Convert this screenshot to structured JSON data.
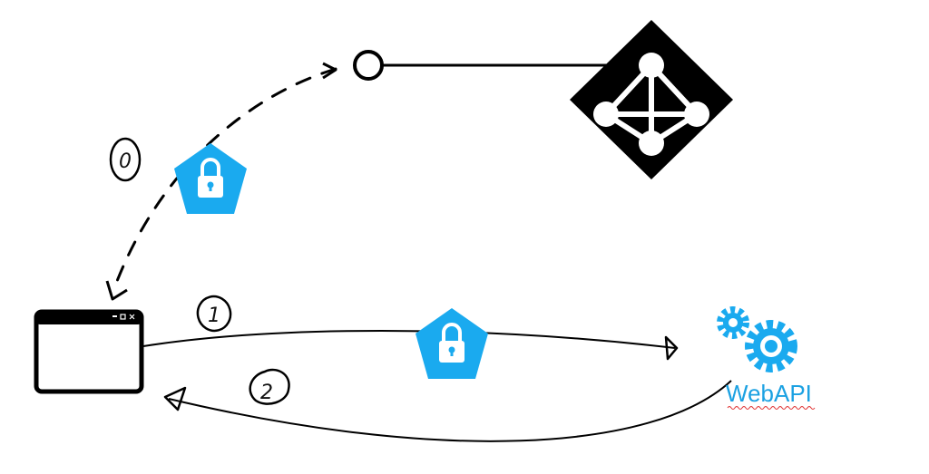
{
  "steps": {
    "step0": "0",
    "step1": "1",
    "step2": "2"
  },
  "webapi": {
    "label": "WebAPI"
  },
  "icons": {
    "identity_provider": "azure-ad-diamond-icon",
    "token_lock": "pentagon-lock-icon",
    "browser": "browser-window-icon",
    "webapi_gears": "gears-icon"
  },
  "colors": {
    "lock_fill": "#1aaaef",
    "ink": "#000000",
    "webapi_text": "#1ba1e2"
  }
}
